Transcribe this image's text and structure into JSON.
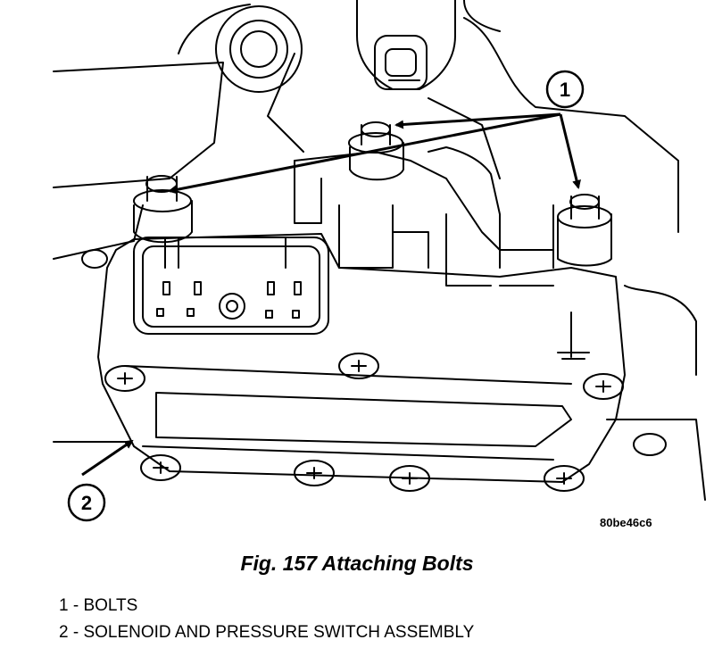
{
  "figure": {
    "caption": "Fig. 157 Attaching Bolts",
    "reference_code": "80be46c6"
  },
  "callouts": [
    {
      "number": "1",
      "label": "BOLTS"
    },
    {
      "number": "2",
      "label": "SOLENOID AND PRESSURE SWITCH ASSEMBLY"
    }
  ],
  "legend": [
    "1 - BOLTS",
    "2 - SOLENOID AND PRESSURE SWITCH ASSEMBLY"
  ]
}
